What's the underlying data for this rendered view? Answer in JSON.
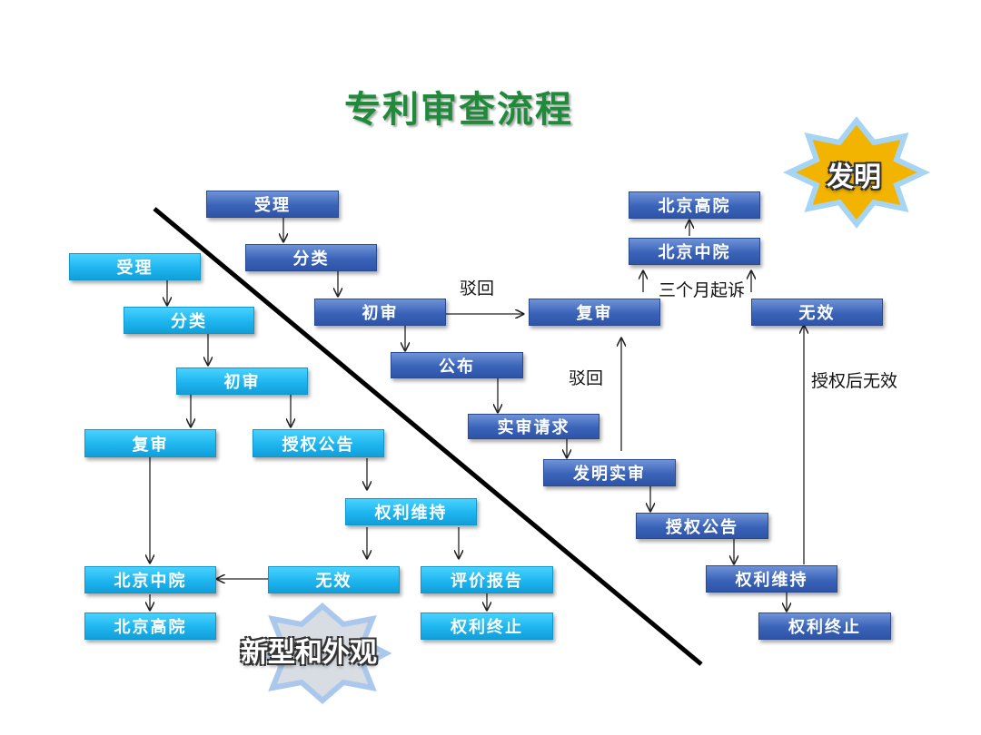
{
  "title": "专利审查流程",
  "badges": {
    "invention": "发明",
    "utility_design": "新型和外观"
  },
  "invention": {
    "accept": "受理",
    "classify": "分类",
    "preliminary": "初审",
    "publish": "公布",
    "substantive_request": "实审请求",
    "invention_exam": "发明实审",
    "grant_notice": "授权公告",
    "right_maintain": "权利维持",
    "right_terminate": "权利终止",
    "reexam": "复审",
    "beijing_intermediate": "北京中院",
    "beijing_high": "北京高院",
    "invalid": "无效",
    "reject_label_1": "驳回",
    "reject_label_2": "驳回",
    "sue_label": "三个月起诉",
    "invalid_after_grant_label": "授权后无效"
  },
  "utility": {
    "accept": "受理",
    "classify": "分类",
    "preliminary": "初审",
    "reexam": "复审",
    "grant_notice": "授权公告",
    "right_maintain": "权利维持",
    "invalid": "无效",
    "evaluation_report": "评价报告",
    "beijing_intermediate": "北京中院",
    "beijing_high": "北京高院",
    "right_terminate": "权利终止"
  }
}
